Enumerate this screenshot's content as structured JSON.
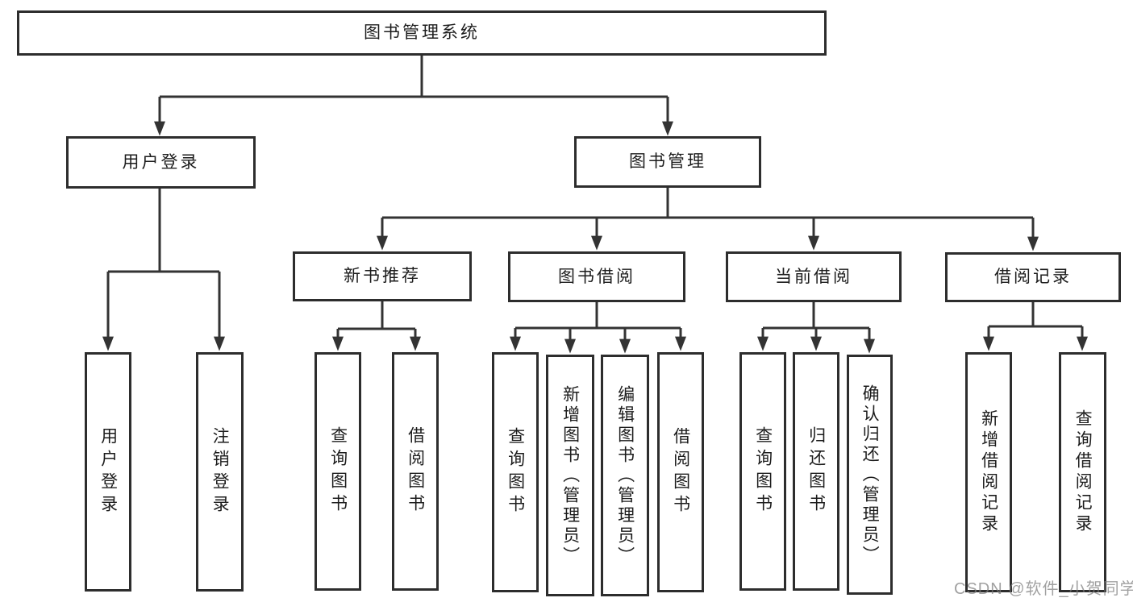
{
  "diagram": {
    "root": {
      "label": "图书管理系统"
    },
    "level2": {
      "user_login": {
        "label": "用户登录"
      },
      "book_management": {
        "label": "图书管理"
      }
    },
    "level3": {
      "new_book_recommend": {
        "label": "新书推荐"
      },
      "book_borrow": {
        "label": "图书借阅"
      },
      "current_borrow": {
        "label": "当前借阅"
      },
      "borrow_records": {
        "label": "借阅记录"
      }
    },
    "leaves": {
      "user_login": {
        "label": "用户登录"
      },
      "logout": {
        "label": "注销登录"
      },
      "recommend_query_books": {
        "label": "查询图书"
      },
      "recommend_borrow_books": {
        "label": "借阅图书"
      },
      "borrow_query_books": {
        "label": "查询图书"
      },
      "borrow_add_books_admin": {
        "label": "新增图书（管理员）"
      },
      "borrow_edit_books_admin": {
        "label": "编辑图书（管理员）"
      },
      "borrow_borrow_books": {
        "label": "借阅图书"
      },
      "current_query_books": {
        "label": "查询图书"
      },
      "current_return_books": {
        "label": "归还图书"
      },
      "current_confirm_return_admin": {
        "label": "确认归还（管理员）"
      },
      "records_add_record": {
        "label": "新增借阅记录"
      },
      "records_query_record": {
        "label": "查询借阅记录"
      }
    }
  },
  "watermark": {
    "text": "CSDN @软件_小贺同学"
  },
  "colors": {
    "line": "#333333",
    "box_border": "#2d2d2d",
    "box_background": "#ffffff",
    "text": "#1c1c1c",
    "watermark": "#8c8c8c"
  }
}
